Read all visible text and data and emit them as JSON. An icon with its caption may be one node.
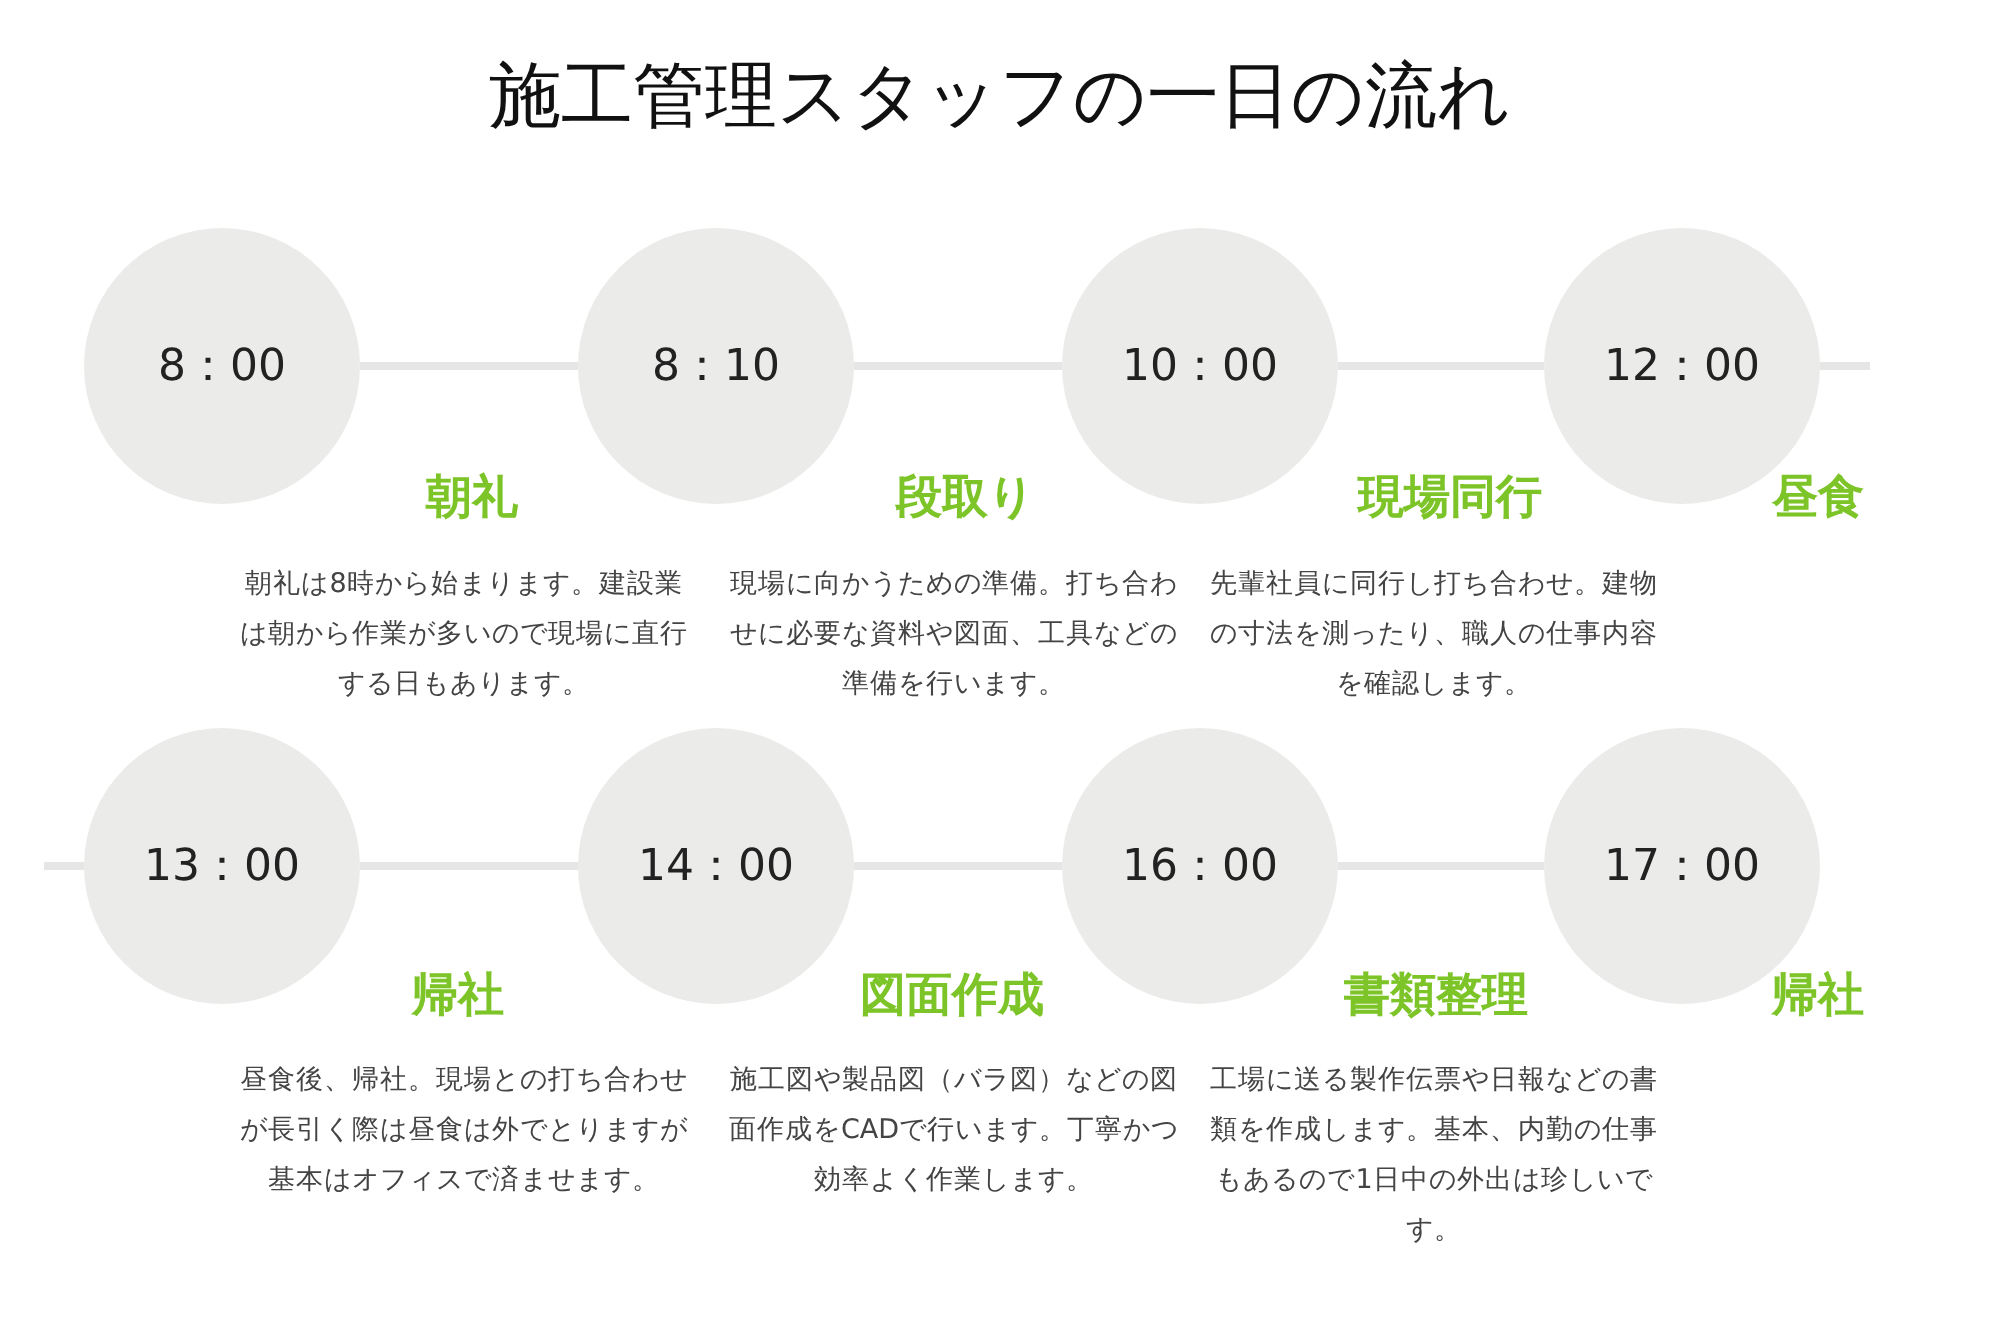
{
  "diagram": {
    "title": "施工管理スタッフの一日の流れ",
    "nodes": [
      {
        "text": [
          "8：00"
        ],
        "beside": [
          "朝礼"
        ]
      },
      {
        "text": [
          "8：10"
        ],
        "beside": [
          "段取り"
        ]
      },
      {
        "text": [
          "10：00"
        ],
        "beside": [
          "現場同行"
        ]
      },
      {
        "text": [
          "12：00",
          "昼食"
        ]
      },
      {
        "text": [
          "13：00"
        ],
        "beside": [
          "帰社"
        ]
      },
      {
        "text": [
          "14：00"
        ],
        "beside": [
          "図面作成"
        ]
      },
      {
        "text": [
          "16：00"
        ],
        "beside": [
          "書類整理"
        ]
      },
      {
        "text": [
          "17：00",
          "帰社"
        ]
      }
    ],
    "edges": [
      {
        "from": 0,
        "to": 1,
        "arrow": "none"
      },
      {
        "from": 1,
        "to": 2,
        "arrow": "none"
      },
      {
        "from": 2,
        "to": 3,
        "arrow": "none"
      },
      {
        "from": 3,
        "to": null,
        "arrow": "none"
      },
      {
        "from": null,
        "to": 4,
        "arrow": "none"
      },
      {
        "from": 4,
        "to": 5,
        "arrow": "none"
      },
      {
        "from": 5,
        "to": 6,
        "arrow": "none"
      },
      {
        "from": 6,
        "to": 7,
        "arrow": "none"
      }
    ],
    "labels": [
      "朝礼は8時から始まります。建設業は朝から作業が多いので現場に直行する日もあります。",
      "現場に向かうための準備。打ち合わせに必要な資料や図面、工具などの準備を行います。",
      "先輩社員に同行し打ち合わせ。建物の寸法を測ったり、職人の仕事内容を確認します。",
      "昼食後、帰社。現場との打ち合わせが長引く際は昼食は外でとりますが基本はオフィスで済ませます。",
      "施工図や製品図（バラ図）などの図面作成をCADで行います。丁寧かつ効率よく作業します。",
      "工場に送る製作伝票や日報などの書類を作成します。基本、内勤の仕事もあるので1日中の外出は珍しいです。"
    ]
  }
}
